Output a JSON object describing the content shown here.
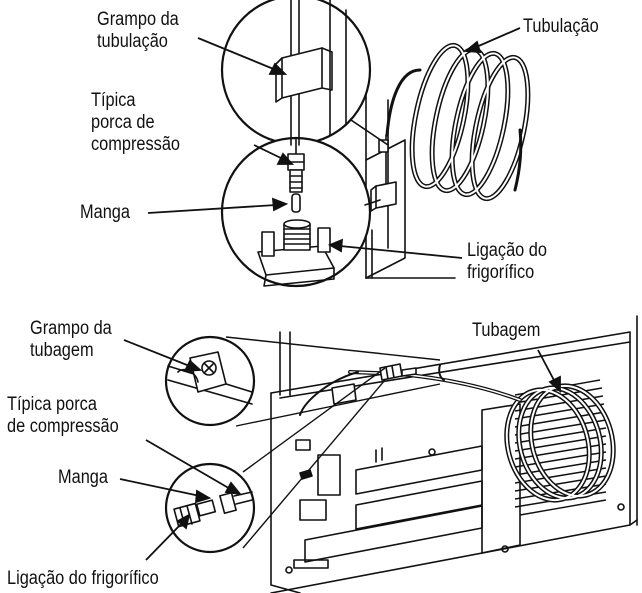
{
  "top_diagram": {
    "grampo": [
      "Grampo da",
      "tubulação"
    ],
    "tubulacao": "Tubulação",
    "porca": [
      "Típica",
      "porca de",
      "compressão"
    ],
    "manga": "Manga",
    "ligacao": [
      "Ligação do",
      "frigorífico"
    ]
  },
  "bottom_diagram": {
    "grampo": [
      "Grampo da",
      "tubagem"
    ],
    "tubagem": "Tubagem",
    "porca": [
      "Típica porca",
      "de compressão"
    ],
    "manga": "Manga",
    "ligacao": "Ligação do frigorífico"
  },
  "colors": {
    "ink": "#111111",
    "background": "#ffffff"
  }
}
